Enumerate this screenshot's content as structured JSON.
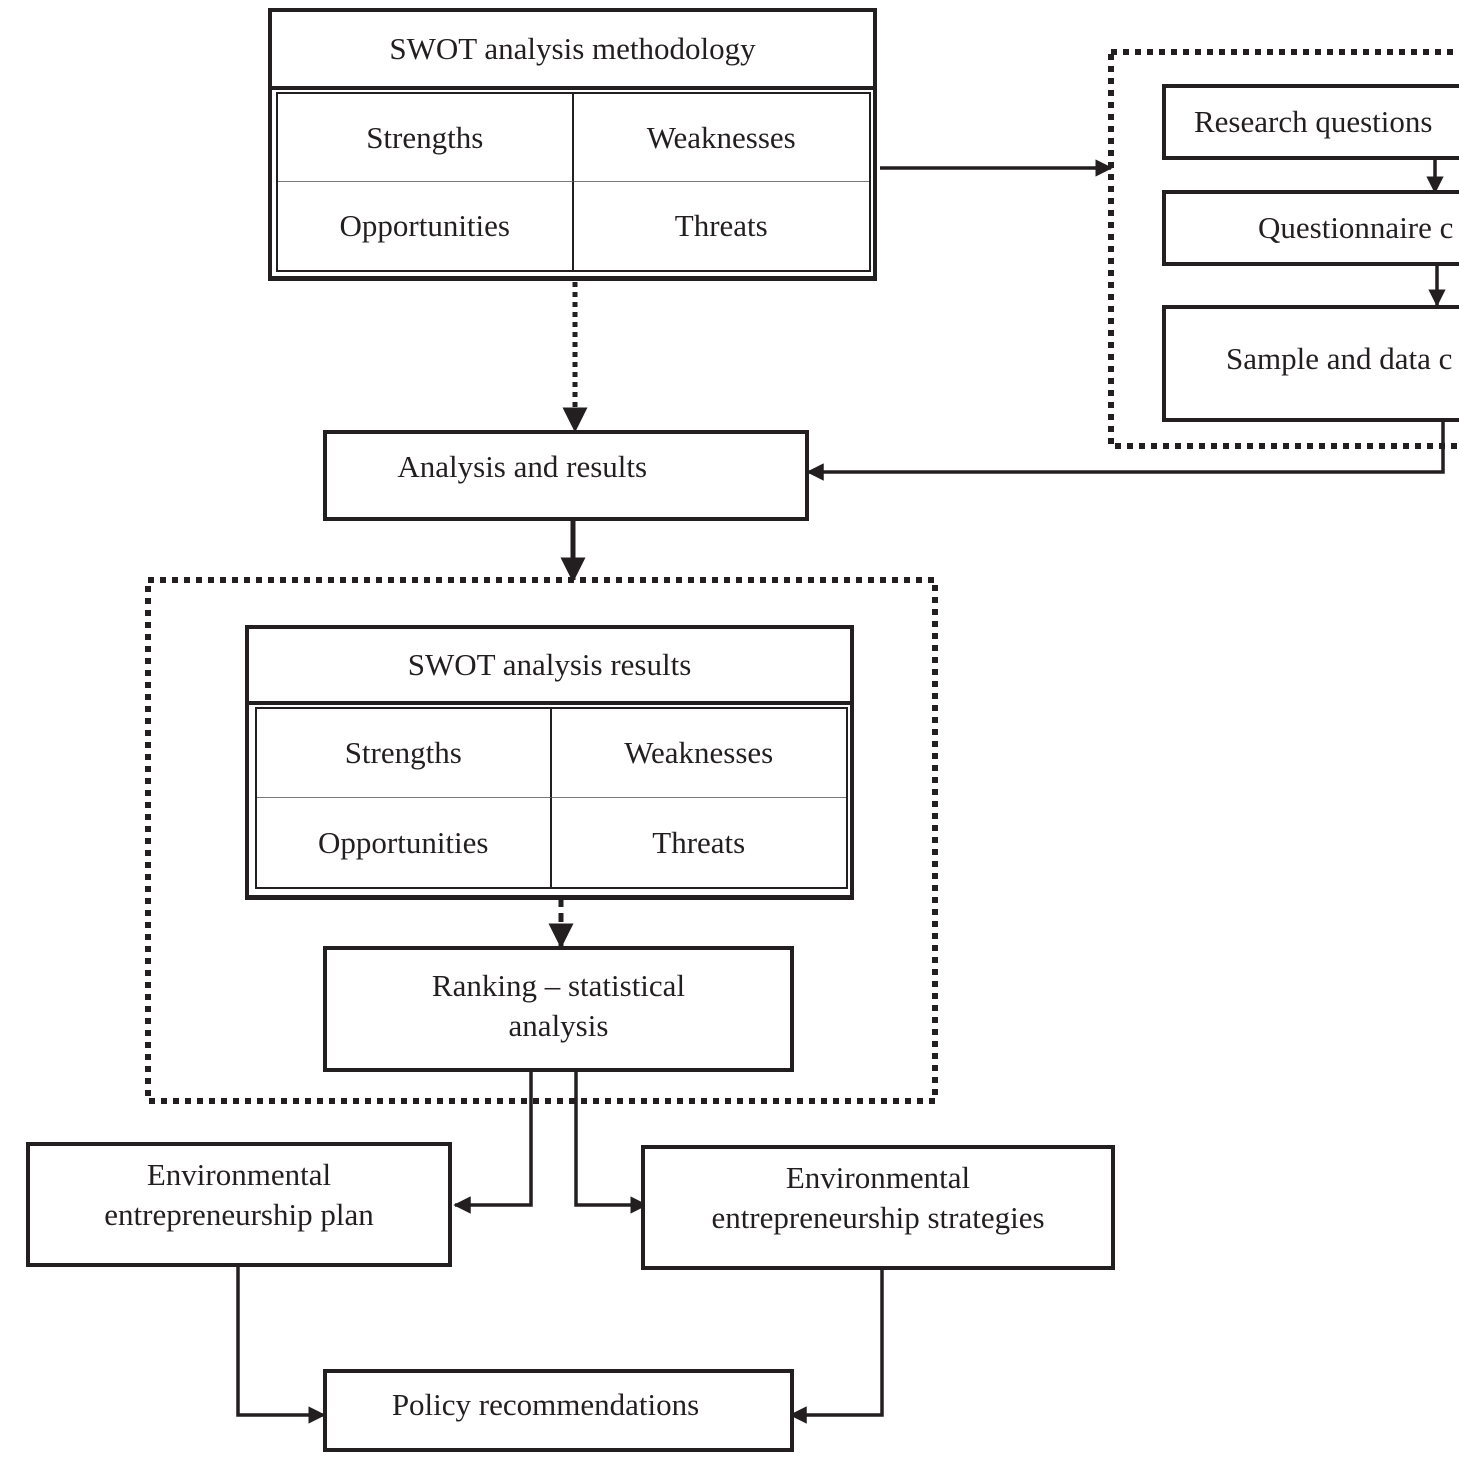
{
  "swot_methodology": {
    "title": "SWOT analysis methodology",
    "strengths": "Strengths",
    "weaknesses": "Weaknesses",
    "opportunities": "Opportunities",
    "threats": "Threats"
  },
  "research_panel": {
    "research_questions": "Research questions",
    "questionnaire": "Questionnaire c",
    "sample_data": "Sample and data c"
  },
  "analysis_results": "Analysis and results",
  "swot_results": {
    "title": "SWOT analysis results",
    "strengths": "Strengths",
    "weaknesses": "Weaknesses",
    "opportunities": "Opportunities",
    "threats": "Threats"
  },
  "ranking": {
    "line1": "Ranking – statistical",
    "line2": "analysis"
  },
  "env_plan": {
    "line1": "Environmental",
    "line2": "entrepreneurship plan"
  },
  "env_strategies": {
    "line1": "Environmental",
    "line2": "entrepreneurship strategies"
  },
  "policy": "Policy recommendations"
}
